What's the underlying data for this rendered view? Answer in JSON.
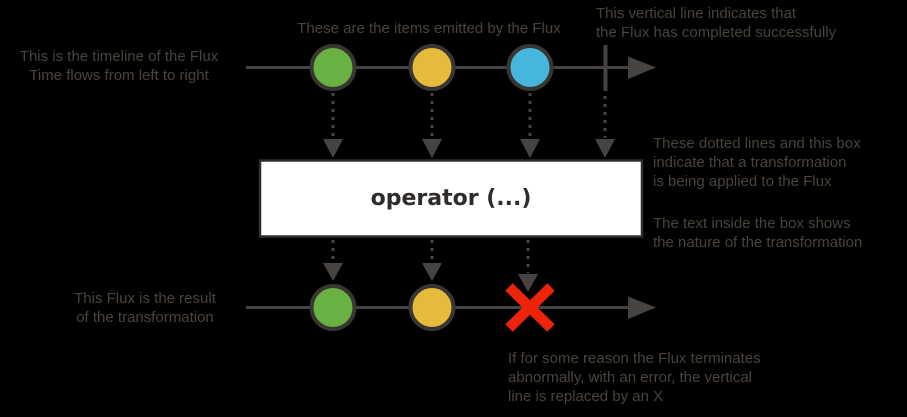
{
  "colors": {
    "background": "#000000",
    "annotation_text": "#4a433c",
    "diagram_stroke": "#474340",
    "circle_border": "#393531",
    "green": "#6ab143",
    "yellow": "#e5bb3c",
    "blue": "#45b7dc",
    "red": "#ed2409",
    "box_fill": "#ffffff",
    "box_border": "#2f2f2f",
    "operator_text": "#2e2b28"
  },
  "annotations": {
    "timeline": {
      "line1": "This is the timeline of the Flux",
      "line2": "Time flows from left to right"
    },
    "items": {
      "line1": "These are the items emitted by the Flux"
    },
    "complete": {
      "line1": "This vertical line indicates that",
      "line2": "the Flux has completed successfully"
    },
    "transform": {
      "line1": "These dotted lines and this box",
      "line2": "indicate that a transformation",
      "line3": "is being applied to the Flux"
    },
    "box_text": {
      "line1": "The text inside the box shows",
      "line2": "the nature of the transformation"
    },
    "result": {
      "line1": "This Flux is the result",
      "line2": "of the transformation"
    },
    "error": {
      "line1": "If for some reason the Flux terminates",
      "line2": "abnormally, with an error, the vertical",
      "line3": "line is replaced by an X"
    }
  },
  "operator": {
    "label": "operator (...)"
  },
  "diagram": {
    "source_flux": {
      "items": [
        "green",
        "yellow",
        "blue"
      ],
      "terminal": "complete"
    },
    "operator": "operator (...)",
    "result_flux": {
      "items": [
        "green",
        "yellow"
      ],
      "terminal": "error"
    }
  }
}
